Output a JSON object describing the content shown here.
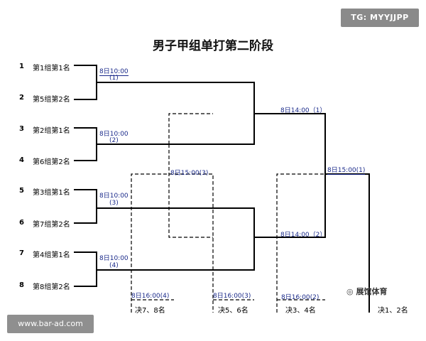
{
  "title": "男子甲组单打第二阶段",
  "watermarks": {
    "tg": "TG: MYYJJPP",
    "url": "www.bar-ad.com",
    "badge": "展馆体育"
  },
  "seeds": [
    "1",
    "2",
    "3",
    "4",
    "5",
    "6",
    "7",
    "8"
  ],
  "teams": [
    "第1组第1名",
    "第5组第2名",
    "第2组第1名",
    "第6组第2名",
    "第3组第1名",
    "第7组第2名",
    "第4组第1名",
    "第8组第2名"
  ],
  "r1_times": [
    "8日10:00",
    "8日10:00",
    "8日10:00",
    "8日10:00"
  ],
  "r1_nums": [
    "(1)",
    "(2)",
    "(3)",
    "(4)"
  ],
  "sf_times": [
    "8日14:00（1）",
    "8日14:00（2）"
  ],
  "final_time": "8日15:00(1)",
  "cons_time": "8日15:00(3)",
  "bottom_times": [
    "8日16:00(4)",
    "8日16:00(3)",
    "8日16:00(2)"
  ],
  "places": [
    "决7、8名",
    "决5、6名",
    "决3、4名",
    "决1、2名"
  ]
}
